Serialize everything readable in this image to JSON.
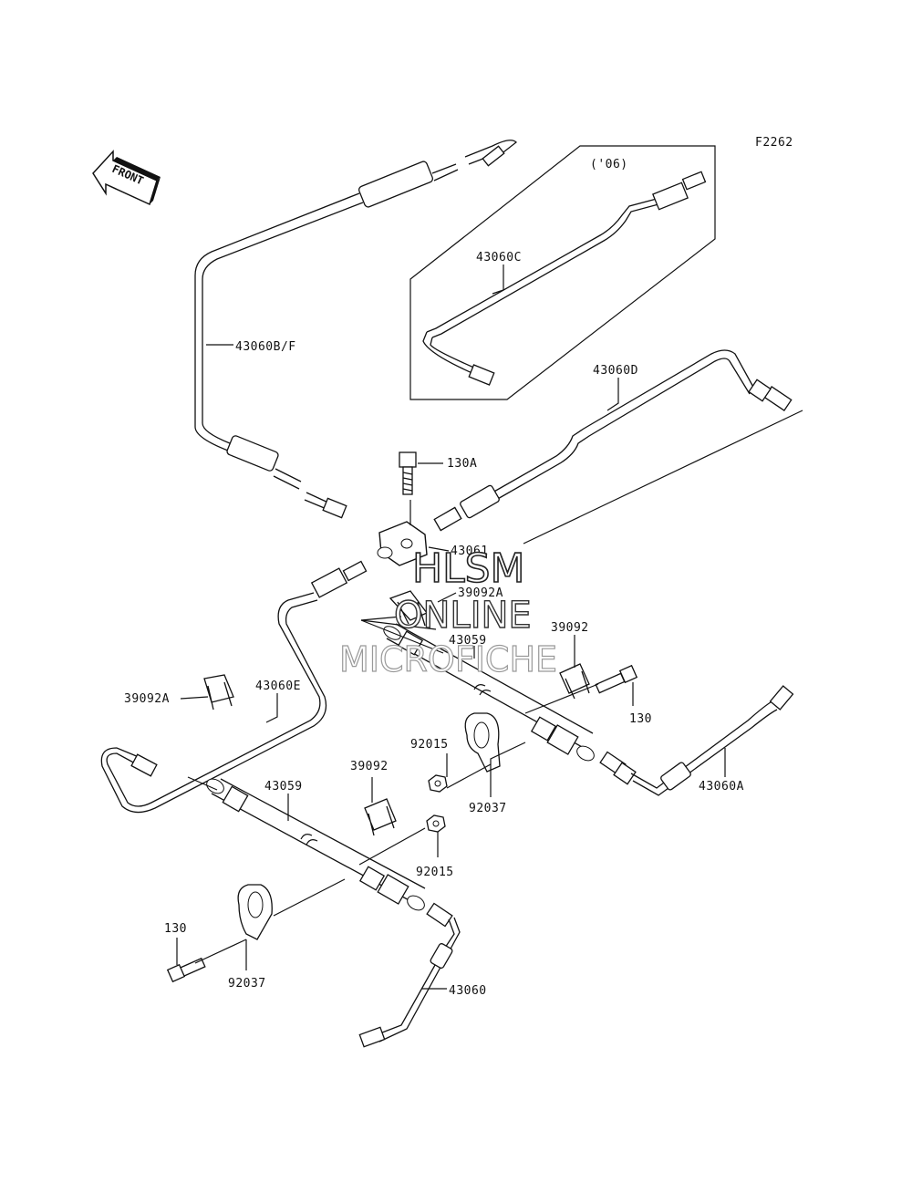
{
  "figure_code": "F2262",
  "inset_label": "('06)",
  "front_arrow_text": "FRONT",
  "parts": {
    "p43060BF": "43060B/F",
    "p43060C": "43060C",
    "p43060D": "43060D",
    "p130A": "130A",
    "p43061": "43061",
    "p39092A_top": "39092A",
    "p43059_top": "43059",
    "p39092_top": "39092",
    "p130_right": "130",
    "p39092A_left": "39092A",
    "p43060E": "43060E",
    "p92015_top": "92015",
    "p92037_top": "92037",
    "p43060A": "43060A",
    "p43059_bottom": "43059",
    "p39092_mid": "39092",
    "p92015_bottom": "92015",
    "p130_left": "130",
    "p92037_bottom": "92037",
    "p43060": "43060"
  },
  "watermark": {
    "line1": "HLSM",
    "line2": "ONLINE",
    "line3": "MICROFICHE"
  }
}
